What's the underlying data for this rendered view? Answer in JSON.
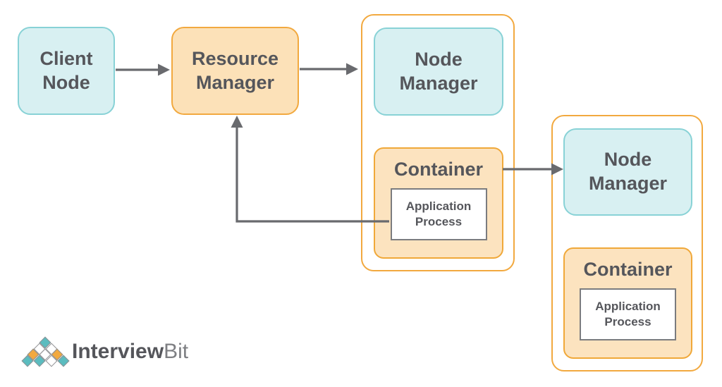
{
  "diagram": {
    "nodes": {
      "client_node": {
        "label": "Client Node",
        "style": "teal"
      },
      "resource_manager": {
        "label": "Resource Manager",
        "style": "orange"
      },
      "worker_group_1": {
        "node_manager": {
          "label": "Node Manager",
          "style": "teal"
        },
        "container": {
          "label": "Container",
          "style": "orange",
          "process": {
            "label": "Application Process"
          }
        }
      },
      "worker_group_2": {
        "node_manager": {
          "label": "Node Manager",
          "style": "teal"
        },
        "container": {
          "label": "Container",
          "style": "orange",
          "process": {
            "label": "Application Process"
          }
        }
      }
    },
    "edges": [
      {
        "from": "client-node",
        "to": "resource-manager",
        "type": "arrow"
      },
      {
        "from": "resource-manager",
        "to": "worker-group-1",
        "type": "arrow"
      },
      {
        "from": "container-1",
        "to": "node-manager-2",
        "type": "arrow"
      },
      {
        "from": "application-process-1",
        "to": "resource-manager",
        "type": "arrow"
      }
    ],
    "colors": {
      "teal_fill": "#D8F0F2",
      "teal_border": "#88D2D6",
      "orange_fill": "#FCE1B8",
      "orange_border": "#F2A93F",
      "container_fill": "#FCE3BF",
      "process_border": "#7B7C7F",
      "text": "#55565B",
      "arrow": "#696A6E"
    }
  },
  "logo": {
    "text_primary": "Interview",
    "text_secondary": "Bit",
    "pyramid_rows": [
      [
        "teal"
      ],
      [
        "white",
        "white"
      ],
      [
        "orange",
        "white",
        "orange"
      ],
      [
        "teal",
        "teal",
        "white",
        "teal"
      ]
    ],
    "palette": {
      "teal": "#5BBCBF",
      "orange": "#F2A93F",
      "white": "#FFFFFF"
    }
  }
}
